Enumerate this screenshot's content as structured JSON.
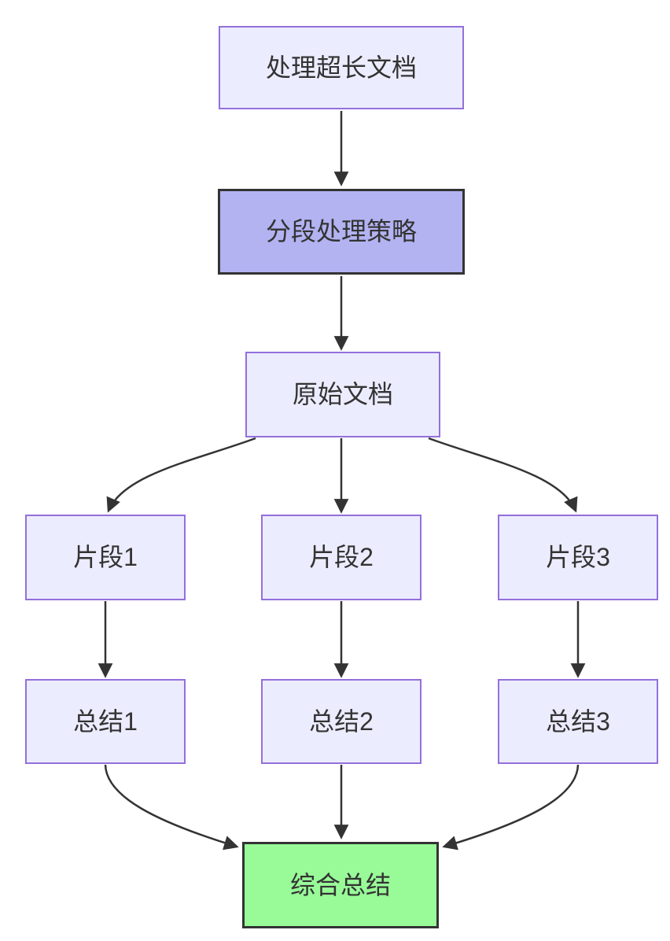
{
  "diagram": {
    "type": "flowchart",
    "direction": "top-down",
    "background_color": "#ffffff",
    "colors": {
      "node_fill": "#ECECFF",
      "node_border": "#9370DB",
      "emphasis_fill": "#b3b3f2",
      "emphasis_border": "#333333",
      "success_fill": "#98FB98",
      "success_border": "#333333",
      "edge_stroke": "#333333",
      "text": "#333333"
    },
    "nodes": [
      {
        "id": "doc",
        "label": "处理超长文档",
        "style": "default"
      },
      {
        "id": "strategy",
        "label": "分段处理策略",
        "style": "emphasis"
      },
      {
        "id": "original",
        "label": "原始文档",
        "style": "default"
      },
      {
        "id": "chunk1",
        "label": "片段1",
        "style": "default"
      },
      {
        "id": "chunk2",
        "label": "片段2",
        "style": "default"
      },
      {
        "id": "chunk3",
        "label": "片段3",
        "style": "default"
      },
      {
        "id": "summary1",
        "label": "总结1",
        "style": "default"
      },
      {
        "id": "summary2",
        "label": "总结2",
        "style": "default"
      },
      {
        "id": "summary3",
        "label": "总结3",
        "style": "default"
      },
      {
        "id": "final",
        "label": "综合总结",
        "style": "success"
      }
    ],
    "edges": [
      {
        "from": "doc",
        "to": "strategy"
      },
      {
        "from": "strategy",
        "to": "original"
      },
      {
        "from": "original",
        "to": "chunk1"
      },
      {
        "from": "original",
        "to": "chunk2"
      },
      {
        "from": "original",
        "to": "chunk3"
      },
      {
        "from": "chunk1",
        "to": "summary1"
      },
      {
        "from": "chunk2",
        "to": "summary2"
      },
      {
        "from": "chunk3",
        "to": "summary3"
      },
      {
        "from": "summary1",
        "to": "final"
      },
      {
        "from": "summary2",
        "to": "final"
      },
      {
        "from": "summary3",
        "to": "final"
      }
    ]
  }
}
